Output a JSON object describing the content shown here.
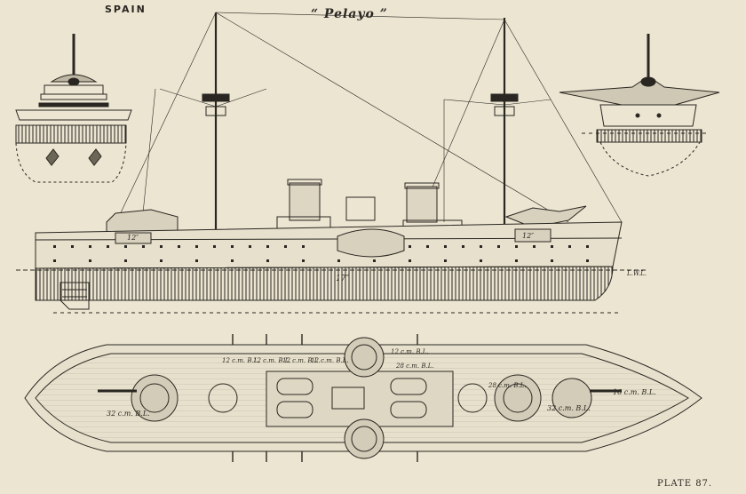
{
  "header": {
    "country": "SPAIN",
    "ship_name": "“ Pelayo ”",
    "plate": "PLATE 87."
  },
  "elevation": {
    "armor_labels": [
      "12″",
      "12″",
      "17″"
    ],
    "waterline": "L.W.L."
  },
  "plan": {
    "gun_labels": [
      "12 c.m. B.L.",
      "12 c.m. B.L.",
      "12 c.m. B.L.",
      "12 c.m. B.L.",
      "12 c.m. B.L.",
      "28 c.m. B.L.",
      "28 c.m. B.L.",
      "32 c.m. B.L.",
      "32 c.m. B.L.",
      "16 c.m. B.L."
    ]
  },
  "colors": {
    "paper": "#ece5d2",
    "ink": "#2a2722"
  }
}
